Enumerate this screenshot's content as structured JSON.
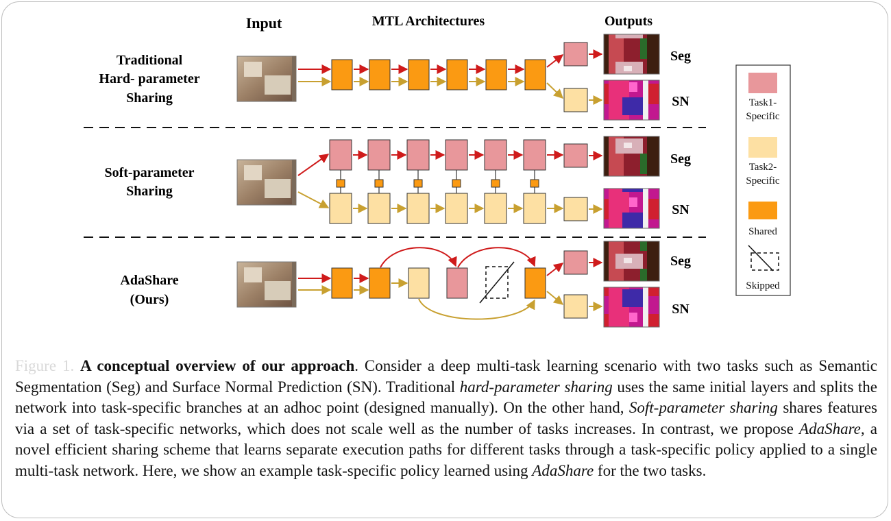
{
  "headers": {
    "input": "Input",
    "architectures": "MTL Architectures",
    "outputs": "Outputs"
  },
  "rows": [
    {
      "label_lines": [
        "Traditional",
        "Hard- parameter",
        "Sharing"
      ],
      "out_top": "Seg",
      "out_bottom": "SN"
    },
    {
      "label_lines": [
        "Soft-parameter",
        "Sharing"
      ],
      "out_top": "Seg",
      "out_bottom": "SN"
    },
    {
      "label_lines": [
        "AdaShare",
        "(Ours)"
      ],
      "out_top": "Seg",
      "out_bottom": "SN"
    }
  ],
  "legend": {
    "task1": [
      "Task1-",
      "Specific"
    ],
    "task2": [
      "Task2-",
      "Specific"
    ],
    "shared": "Shared",
    "skipped": "Skipped"
  },
  "colors": {
    "task1": "#e8979b",
    "task2": "#fde0a3",
    "shared": "#fb9a12",
    "arrow_task1": "#cf1b1b",
    "arrow_task2": "#c8a030",
    "dashed_divider": "#111111"
  },
  "caption": {
    "fig_tag": "Figure 1.",
    "bold": "A conceptual overview of our approach",
    "t1": ". Consider a deep multi-task learning scenario with two tasks such as Semantic Segmentation (Seg) and Surface Normal Prediction (SN). Traditional ",
    "i1": "hard-parameter sharing",
    "t2": " uses the same initial layers and splits the network into task-specific branches at an adhoc point (designed manually). On the other hand, ",
    "i2": "Soft-parameter sharing",
    "t3": " shares features via a set of task-specific networks, which does not scale well as the number of tasks increases. In contrast, we propose ",
    "i3": "AdaShare",
    "t4": ", a novel efficient sharing scheme that learns separate execution paths for different tasks through a task-specific policy applied to a single multi-task network. Here, we show an example task-specific policy learned using ",
    "i4": "AdaShare",
    "t5": " for the two tasks."
  }
}
